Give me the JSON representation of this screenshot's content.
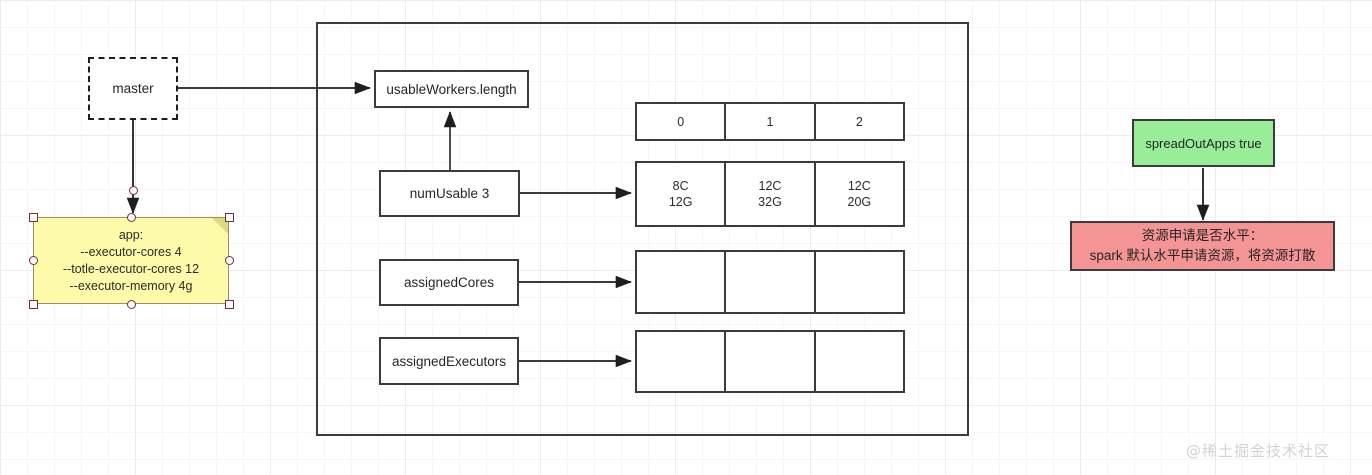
{
  "diagram": {
    "title_watermark": "@稀土掘金技术社区",
    "nodes": {
      "master": "master",
      "app_note": "app:\n--executor-cores  4\n--totle-executor-cores 12\n--executor-memory  4g",
      "usable_workers_length": "usableWorkers.length",
      "num_usable": "numUsable  3",
      "assigned_cores": "assignedCores",
      "assigned_executors": "assignedExecutors",
      "spread_out_apps": "spreadOutApps  true",
      "resource_note": "资源申请是否水平：\nspark 默认水平申请资源，将资源打散"
    },
    "tables": {
      "index_row": {
        "name": "worker-index-row",
        "cells": [
          "0",
          "1",
          "2"
        ]
      },
      "resource_row": {
        "name": "worker-resource-row",
        "cells": [
          "8C\n12G",
          "12C\n32G",
          "12C\n20G"
        ]
      },
      "assigned_cores_row": {
        "name": "assigned-cores-row",
        "cells": [
          "",
          "",
          ""
        ]
      },
      "assigned_executors_row": {
        "name": "assigned-executors-row",
        "cells": [
          "",
          "",
          ""
        ]
      }
    },
    "colors": {
      "note_fill": "#fdfaa9",
      "note_border": "#a88a5c",
      "green_fill": "#97ee97",
      "red_fill": "#f49494",
      "stroke": "#3b3b3b",
      "grid_line": "#ececec",
      "handle": "#7a2c38",
      "watermark": "#d3d3d3"
    }
  }
}
